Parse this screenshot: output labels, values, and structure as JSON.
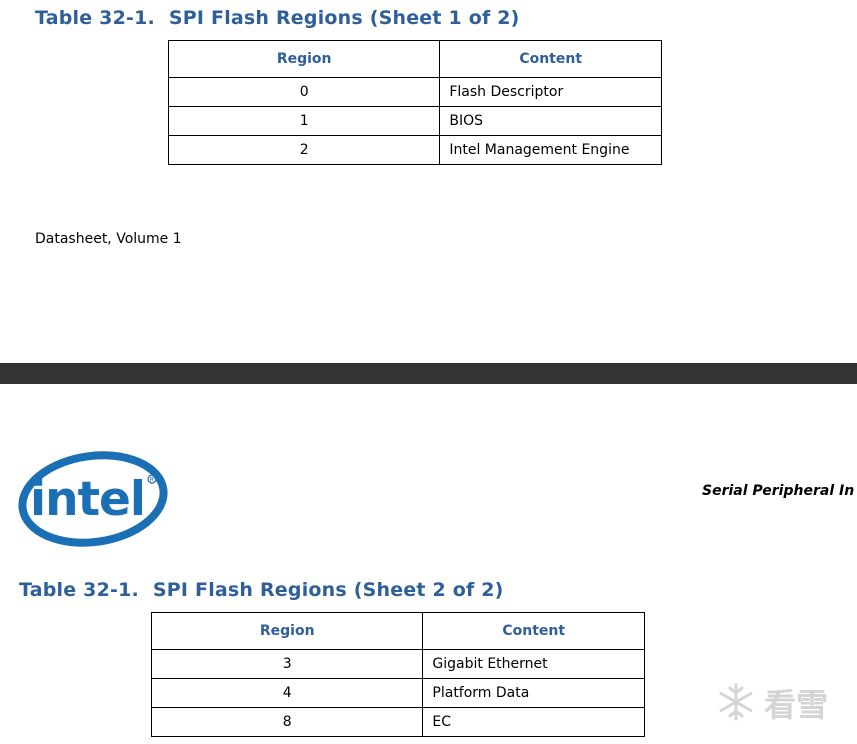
{
  "sheet1": {
    "title_number": "Table 32-1.",
    "title_text": "SPI Flash Regions (Sheet 1 of 2)",
    "headers": {
      "region": "Region",
      "content": "Content"
    },
    "rows": [
      {
        "region": "0",
        "content": "Flash Descriptor"
      },
      {
        "region": "1",
        "content": "BIOS"
      },
      {
        "region": "2",
        "content": "Intel Management Engine"
      }
    ]
  },
  "footer": {
    "text": "Datasheet, Volume 1"
  },
  "header": {
    "logo_text": "intel",
    "section_title": "Serial Peripheral In"
  },
  "sheet2": {
    "title_number": "Table 32-1.",
    "title_text": "SPI Flash Regions (Sheet 2 of 2)",
    "headers": {
      "region": "Region",
      "content": "Content"
    },
    "rows": [
      {
        "region": "3",
        "content": "Gigabit Ethernet"
      },
      {
        "region": "4",
        "content": "Platform Data"
      },
      {
        "region": "8",
        "content": "EC"
      }
    ]
  },
  "watermark": {
    "text": "看雪"
  },
  "colors": {
    "heading_blue": "#2f5f9b",
    "intel_blue": "#1a6fb5",
    "divider": "#333333"
  }
}
